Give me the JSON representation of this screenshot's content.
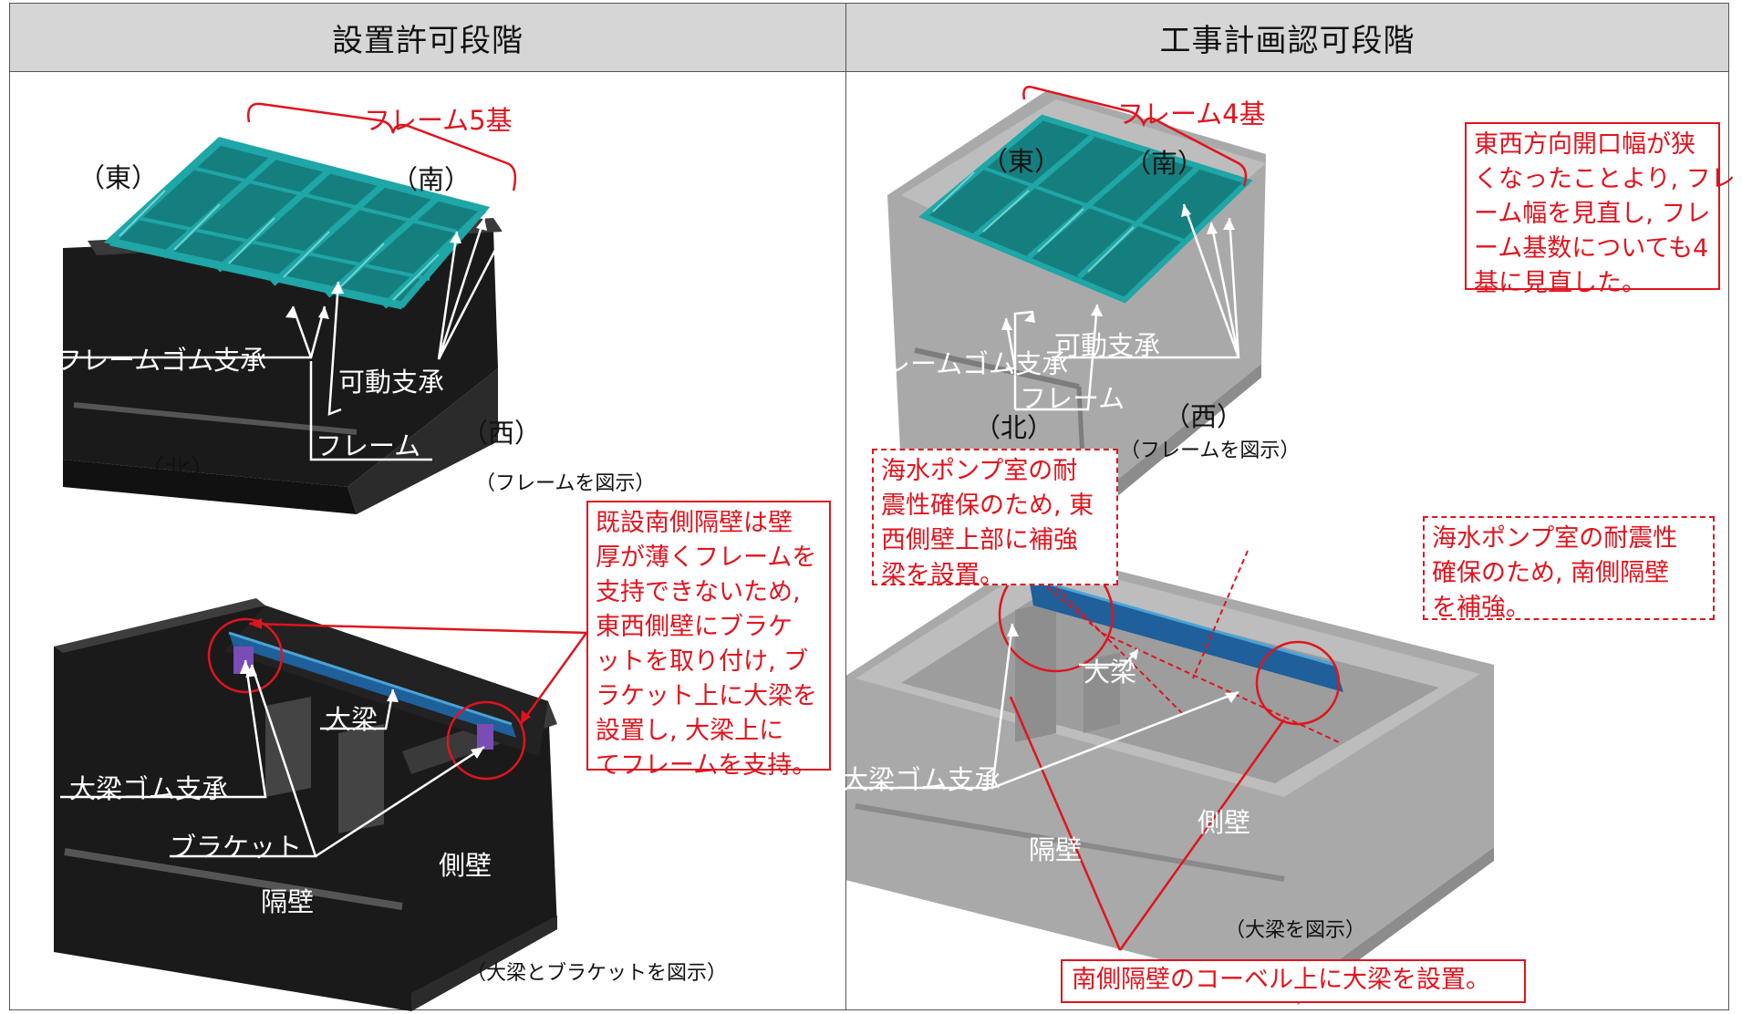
{
  "headers": {
    "left": "設置許可段階",
    "right": "工事計画認可段階"
  },
  "left_top": {
    "frames_count": "フレーム5基",
    "east": "（東）",
    "south": "（南）",
    "west": "（西）",
    "north": "（北）",
    "frame_rubber_bearing": "フレームゴム支承",
    "movable_bearing": "可動支承",
    "frame": "フレーム",
    "caption": "（フレームを図示）"
  },
  "left_bottom": {
    "girder": "大梁",
    "girder_rubber_bearing": "大梁ゴム支承",
    "bracket": "ブラケット",
    "partition_wall": "隔壁",
    "side_wall": "側壁",
    "caption": "（大梁とブラケットを図示）",
    "note_lines": [
      "既設南側隔壁は壁",
      "厚が薄くフレームを",
      "支持できないため,",
      "東西側壁にブラケ",
      "ットを取り付け, ブ",
      "ラケット上に大梁を",
      "設置し, 大梁上に",
      "てフレームを支持。"
    ]
  },
  "right_top": {
    "frames_count": "フレーム4基",
    "east": "（東）",
    "south": "（南）",
    "west": "（西）",
    "north": "（北）",
    "frame_rubber_bearing": "フレームゴム支承",
    "movable_bearing": "可動支承",
    "frame": "フレーム",
    "caption": "（フレームを図示）",
    "note_lines": [
      "東西方向開口幅が狭",
      "くなったことより, フレ",
      "ーム幅を見直し, フレ",
      "ーム基数についても4",
      "基に見直した。"
    ]
  },
  "right_bottom": {
    "girder": "大梁",
    "girder_rubber_bearing": "大梁ゴム支承",
    "partition_wall": "隔壁",
    "side_wall": "側壁",
    "caption": "（大梁を図示）",
    "note_left_lines": [
      "海水ポンプ室の耐",
      "震性確保のため, 東",
      "西側壁上部に補強",
      "梁を設置。"
    ],
    "note_right_lines": [
      "海水ポンプ室の耐震性",
      "確保のため, 南側隔壁",
      "を補強。"
    ],
    "bottom_note": "南側隔壁のコーベル上に大梁を設置。"
  },
  "colors": {
    "accent_red": "#e0141e",
    "frame_teal": "#1fa6a6",
    "girder_blue": "#1f5f9a",
    "concrete_black": "#1a1a1a",
    "concrete_grey": "#a9a9a9"
  }
}
